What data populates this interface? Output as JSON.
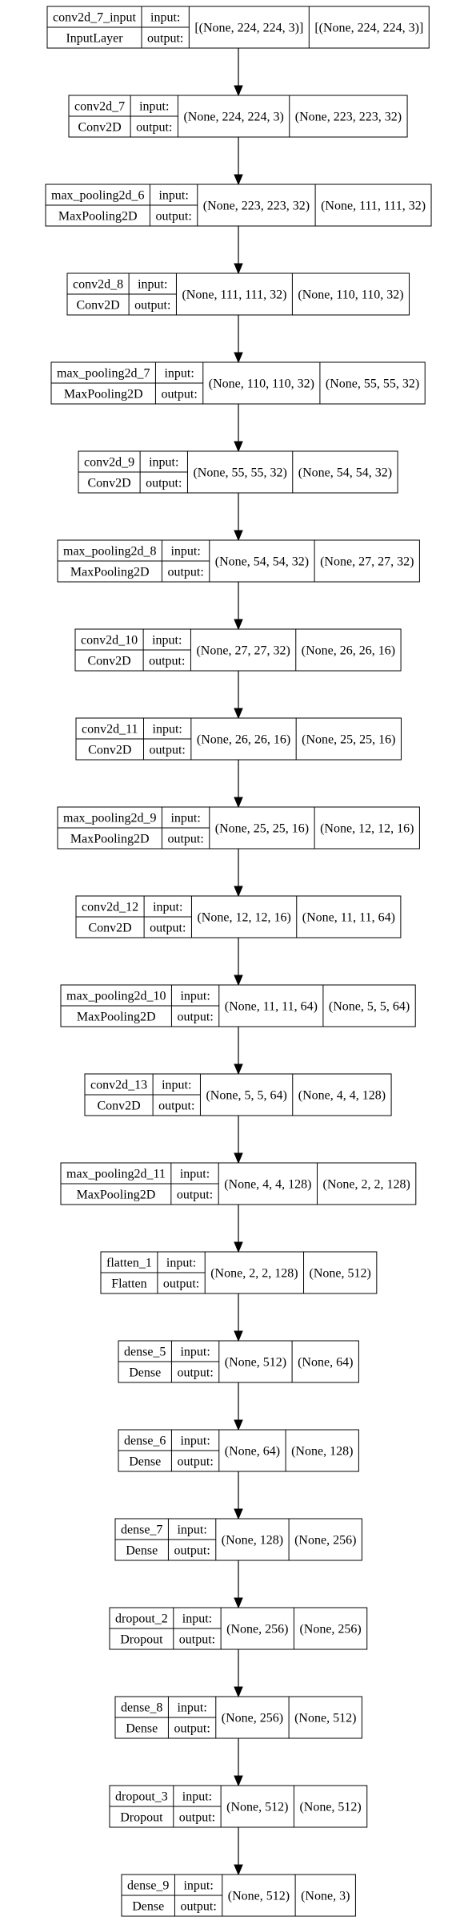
{
  "port_labels": {
    "input": "input:",
    "output": "output:"
  },
  "layers": [
    {
      "name": "conv2d_7_input",
      "type": "InputLayer",
      "input_shape": "[(None, 224, 224, 3)]",
      "output_shape": "[(None, 224, 224, 3)]"
    },
    {
      "name": "conv2d_7",
      "type": "Conv2D",
      "input_shape": "(None, 224, 224, 3)",
      "output_shape": "(None, 223, 223, 32)"
    },
    {
      "name": "max_pooling2d_6",
      "type": "MaxPooling2D",
      "input_shape": "(None, 223, 223, 32)",
      "output_shape": "(None, 111, 111, 32)"
    },
    {
      "name": "conv2d_8",
      "type": "Conv2D",
      "input_shape": "(None, 111, 111, 32)",
      "output_shape": "(None, 110, 110, 32)"
    },
    {
      "name": "max_pooling2d_7",
      "type": "MaxPooling2D",
      "input_shape": "(None, 110, 110, 32)",
      "output_shape": "(None, 55, 55, 32)"
    },
    {
      "name": "conv2d_9",
      "type": "Conv2D",
      "input_shape": "(None, 55, 55, 32)",
      "output_shape": "(None, 54, 54, 32)"
    },
    {
      "name": "max_pooling2d_8",
      "type": "MaxPooling2D",
      "input_shape": "(None, 54, 54, 32)",
      "output_shape": "(None, 27, 27, 32)"
    },
    {
      "name": "conv2d_10",
      "type": "Conv2D",
      "input_shape": "(None, 27, 27, 32)",
      "output_shape": "(None, 26, 26, 16)"
    },
    {
      "name": "conv2d_11",
      "type": "Conv2D",
      "input_shape": "(None, 26, 26, 16)",
      "output_shape": "(None, 25, 25, 16)"
    },
    {
      "name": "max_pooling2d_9",
      "type": "MaxPooling2D",
      "input_shape": "(None, 25, 25, 16)",
      "output_shape": "(None, 12, 12, 16)"
    },
    {
      "name": "conv2d_12",
      "type": "Conv2D",
      "input_shape": "(None, 12, 12, 16)",
      "output_shape": "(None, 11, 11, 64)"
    },
    {
      "name": "max_pooling2d_10",
      "type": "MaxPooling2D",
      "input_shape": "(None, 11, 11, 64)",
      "output_shape": "(None, 5, 5, 64)"
    },
    {
      "name": "conv2d_13",
      "type": "Conv2D",
      "input_shape": "(None, 5, 5, 64)",
      "output_shape": "(None, 4, 4, 128)"
    },
    {
      "name": "max_pooling2d_11",
      "type": "MaxPooling2D",
      "input_shape": "(None, 4, 4, 128)",
      "output_shape": "(None, 2, 2, 128)"
    },
    {
      "name": "flatten_1",
      "type": "Flatten",
      "input_shape": "(None, 2, 2, 128)",
      "output_shape": "(None, 512)"
    },
    {
      "name": "dense_5",
      "type": "Dense",
      "input_shape": "(None, 512)",
      "output_shape": "(None, 64)"
    },
    {
      "name": "dense_6",
      "type": "Dense",
      "input_shape": "(None, 64)",
      "output_shape": "(None, 128)"
    },
    {
      "name": "dense_7",
      "type": "Dense",
      "input_shape": "(None, 128)",
      "output_shape": "(None, 256)"
    },
    {
      "name": "dropout_2",
      "type": "Dropout",
      "input_shape": "(None, 256)",
      "output_shape": "(None, 256)"
    },
    {
      "name": "dense_8",
      "type": "Dense",
      "input_shape": "(None, 256)",
      "output_shape": "(None, 512)"
    },
    {
      "name": "dropout_3",
      "type": "Dropout",
      "input_shape": "(None, 512)",
      "output_shape": "(None, 512)"
    },
    {
      "name": "dense_9",
      "type": "Dense",
      "input_shape": "(None, 512)",
      "output_shape": "(None, 3)"
    }
  ]
}
